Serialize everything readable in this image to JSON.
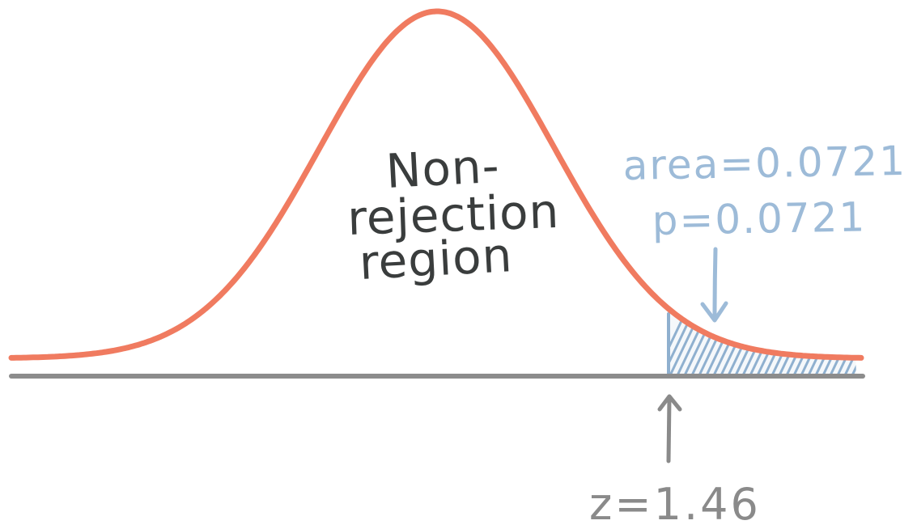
{
  "colors": {
    "curve": "#f07b60",
    "axis": "#8c8c8c",
    "shade": "#8fb0cf",
    "region_text": "#3a3d3d",
    "area_text": "#9dbbd8",
    "z_text": "#8a8a8a"
  },
  "region": {
    "line1": "Non-",
    "line2": "rejection",
    "line3": "region"
  },
  "tail": {
    "area_label": "area=0.0721",
    "p_label": "p=0.0721"
  },
  "critical": {
    "z_label": "z=1.46"
  }
}
